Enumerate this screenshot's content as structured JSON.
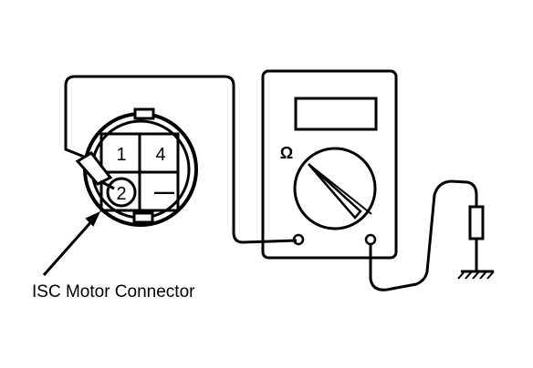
{
  "diagram": {
    "connector_label": "ISC Motor Connector",
    "pins": {
      "pin1": "1",
      "pin4": "4",
      "pin2": "2",
      "pin_blank": "—"
    },
    "meter_symbol": "Ω"
  }
}
